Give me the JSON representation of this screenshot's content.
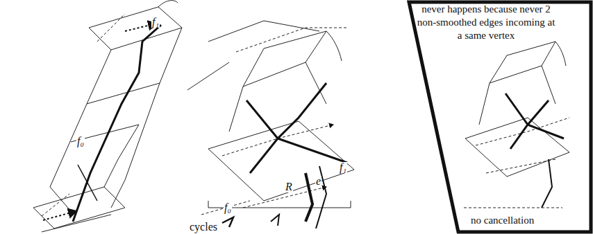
{
  "diagram": {
    "nodes": [
      {
        "text": [
          "never happens because never 2 non-smoothed edges incoming at a same vertex",
          "no cancellation"
        ]
      }
    ],
    "labels": [
      "f₁",
      "f₀",
      "f₁",
      "R",
      "e",
      "f₀",
      "cycles"
    ]
  }
}
